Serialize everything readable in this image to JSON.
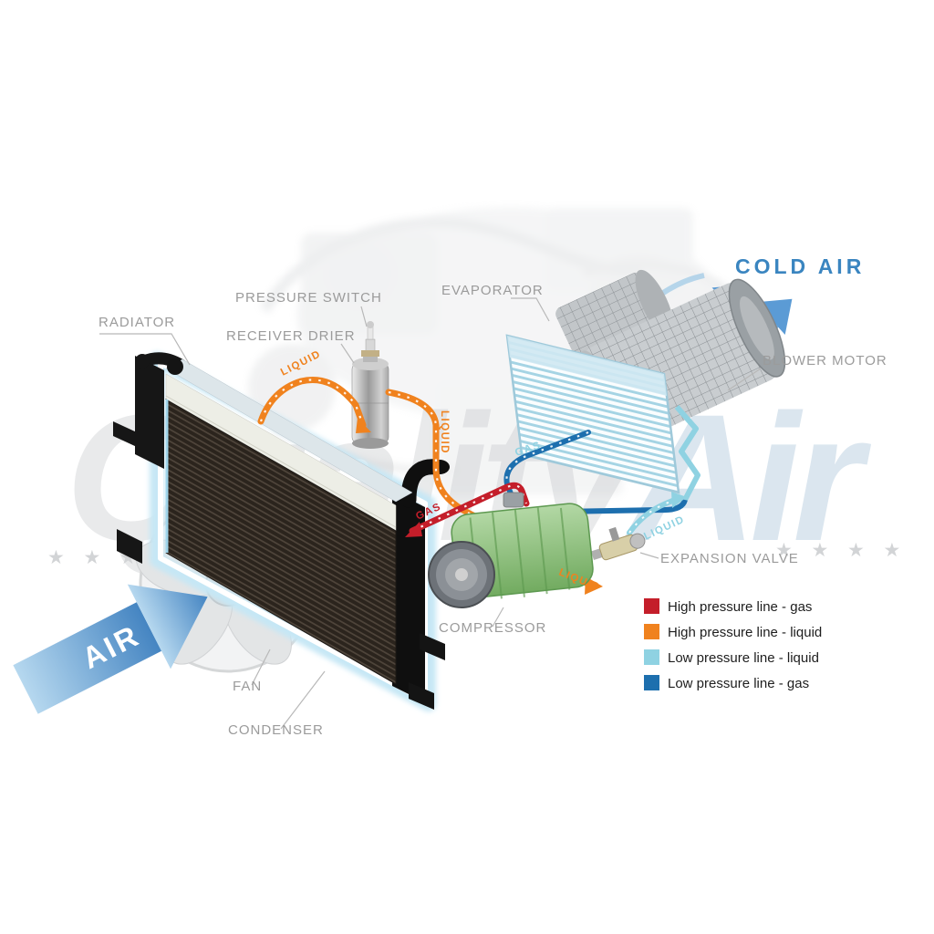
{
  "watermark": {
    "part1": "Quality",
    "part2": "Air",
    "stars_left": "★ ★ ★ ★",
    "stars_right": "★ ★ ★ ★"
  },
  "labels": {
    "radiator": "RADIATOR",
    "pressure_switch": "PRESSURE SWITCH",
    "receiver_drier": "RECEIVER DRIER",
    "evaporator": "EVAPORATOR",
    "cold_air": "COLD AIR",
    "blower_motor": "BLOWER MOTOR",
    "expansion_valve": "EXPANSION VALVE",
    "compressor": "COMPRESSOR",
    "fan": "FAN",
    "condenser": "CONDENSER",
    "air": "AIR"
  },
  "pipe_labels": {
    "liquid_condenser_to_drier": "LIQUID",
    "liquid_drier_down": "LIQUID",
    "liquid_to_expansion_valve": "LIQUID",
    "liquid_to_evaporator": "LIQUID",
    "gas_to_condenser": "GAS",
    "gas_to_compressor": "GAS"
  },
  "legend": {
    "items": [
      {
        "label": "High pressure line - gas",
        "color": "#c41e2a"
      },
      {
        "label": "High pressure line - liquid",
        "color": "#f0821e"
      },
      {
        "label": "Low pressure line - liquid",
        "color": "#8fd2e2"
      },
      {
        "label": "Low pressure line -  gas",
        "color": "#1d6fae"
      }
    ]
  },
  "colors": {
    "high_pressure_gas": "#c41e2a",
    "high_pressure_liquid": "#f0821e",
    "low_pressure_liquid": "#8fd2e2",
    "low_pressure_gas": "#1d6fae",
    "cold_air_text": "#3a85c0",
    "label_text": "#9b9b9b"
  }
}
